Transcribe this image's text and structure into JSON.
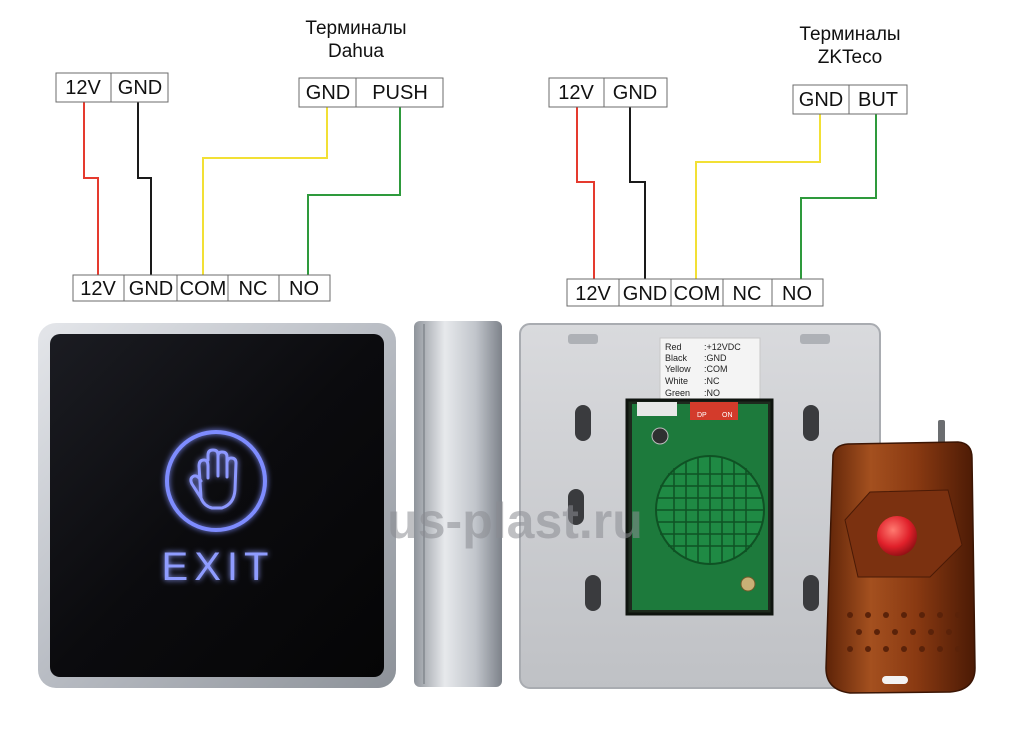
{
  "colors": {
    "wire_red": "#e53a2e",
    "wire_black": "#1a1a1a",
    "wire_yellow": "#f2e035",
    "wire_green": "#2e9a3c",
    "exit_glow": "#7e8cff",
    "remote_body": "#8a3a12",
    "remote_button": "#e0202a"
  },
  "left_diagram": {
    "title_line1": "Терминалы",
    "title_line2": "Dahua",
    "power_terminals": [
      "12V",
      "GND"
    ],
    "controller_terminals": [
      "GND",
      "PUSH"
    ],
    "button_terminals": [
      "12V",
      "GND",
      "COM",
      "NC",
      "NO"
    ]
  },
  "right_diagram": {
    "title_line1": "Терминалы",
    "title_line2": "ZKTeco",
    "power_terminals": [
      "12V",
      "GND"
    ],
    "controller_terminals": [
      "GND",
      "BUT"
    ],
    "button_terminals": [
      "12V",
      "GND",
      "COM",
      "NC",
      "NO"
    ]
  },
  "front_panel": {
    "label": "EXIT",
    "icon": "hand-icon"
  },
  "back_panel": {
    "wire_legend": [
      {
        "color": "Red",
        "signal": ":+12VDC"
      },
      {
        "color": "Black",
        "signal": ":GND"
      },
      {
        "color": "Yellow",
        "signal": ":COM"
      },
      {
        "color": "White",
        "signal": ":NC"
      },
      {
        "color": "Green",
        "signal": ":NO"
      }
    ],
    "dip_labels": [
      "DP",
      "ON"
    ]
  },
  "watermark": "us-plast.ru"
}
